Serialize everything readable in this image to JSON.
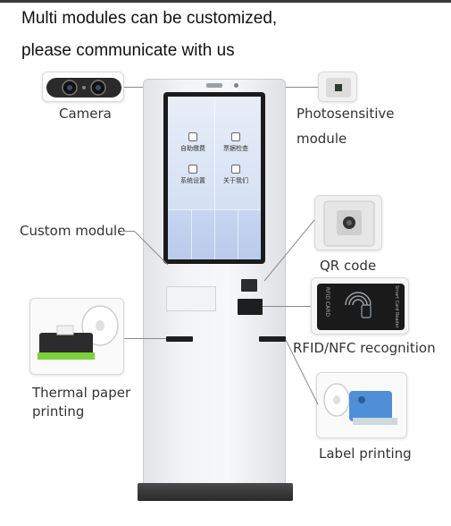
{
  "headline": {
    "line1": "Multi modules can be customized,",
    "line2": "please communicate with us"
  },
  "modules": {
    "camera": "Camera",
    "photosensitive_line1": "Photosensitive",
    "photosensitive_line2": "module",
    "custom": "Custom module",
    "qr": "QR code",
    "rfid": "RFID/NFC recognition",
    "thermal_line1": "Thermal paper",
    "thermal_line2": "printing",
    "label_printing": "Label printing"
  },
  "screen": {
    "tiles": [
      "自助缴费",
      "票据检查",
      "系统设置",
      "关于我们"
    ]
  },
  "rfid_card": {
    "vertical_text": "RFID CARD",
    "side_text": "Smart Card Reader"
  },
  "colors": {
    "kiosk_body": "#eef0f2",
    "screen_blue": "#c9d8f0",
    "thermal_green": "#7bd23a",
    "label_blue": "#4f8fd8",
    "rfid_card": "#1a1a1a"
  }
}
